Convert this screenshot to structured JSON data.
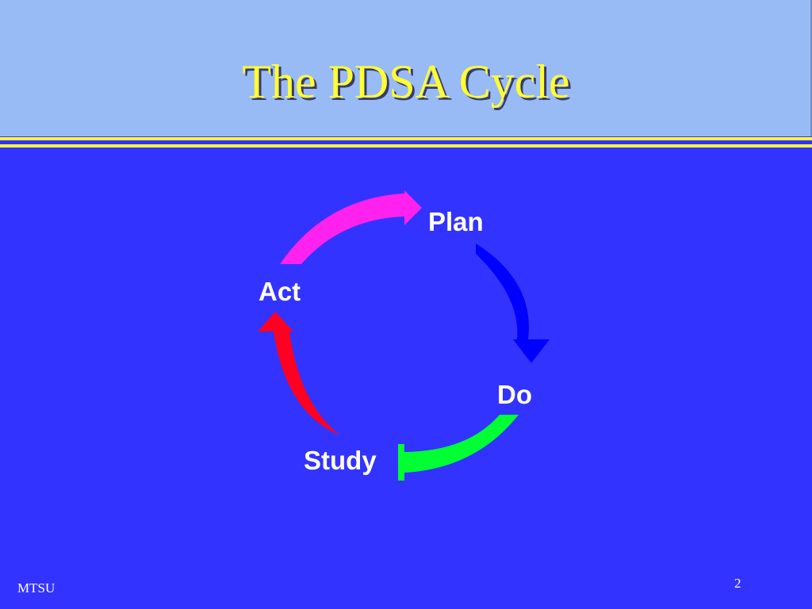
{
  "slide": {
    "title": "The PDSA Cycle",
    "footer": "MTSU",
    "page_number": "2"
  },
  "cycle": {
    "steps": [
      {
        "label": "Plan",
        "arrow_color": "#0000ff"
      },
      {
        "label": "Do",
        "arrow_color": "#00ff33"
      },
      {
        "label": "Study",
        "arrow_color": "#ff0022"
      },
      {
        "label": "Act",
        "arrow_color": "#ff22ee"
      }
    ]
  },
  "colors": {
    "background": "#3333ff",
    "header_background": "#99bbf5",
    "title": "#ffff33",
    "rule": "#ffff33",
    "label": "#ffffff"
  }
}
